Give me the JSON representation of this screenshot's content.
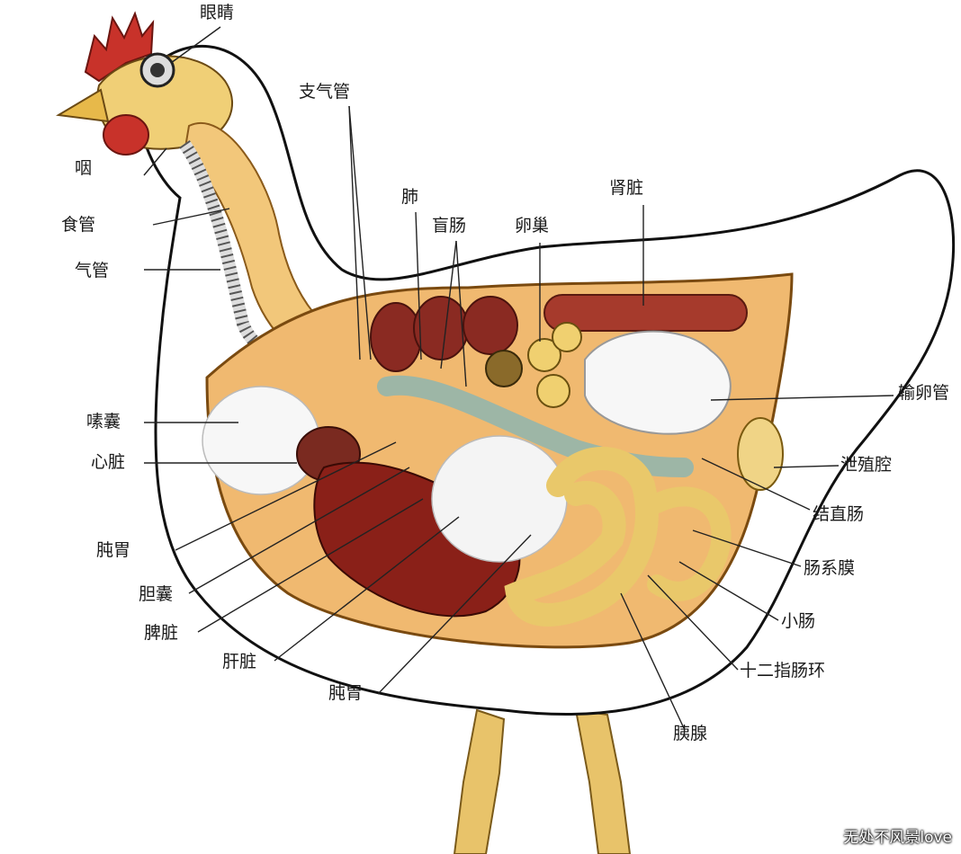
{
  "diagram": {
    "labels": [
      {
        "id": "eye",
        "text": "眼睛"
      },
      {
        "id": "bronchus",
        "text": "支气管"
      },
      {
        "id": "pharynx",
        "text": "咽"
      },
      {
        "id": "esophagus",
        "text": "食管"
      },
      {
        "id": "trachea",
        "text": "气管"
      },
      {
        "id": "lung",
        "text": "肺"
      },
      {
        "id": "cecum",
        "text": "盲肠"
      },
      {
        "id": "ovary",
        "text": "卵巢"
      },
      {
        "id": "kidney",
        "text": "肾脏"
      },
      {
        "id": "oviduct",
        "text": "输卵管"
      },
      {
        "id": "air-sac",
        "text": "嗉囊"
      },
      {
        "id": "heart",
        "text": "心脏"
      },
      {
        "id": "cloaca",
        "text": "泄殖腔"
      },
      {
        "id": "colorectum",
        "text": "结直肠"
      },
      {
        "id": "gizzard-1",
        "text": "肫胃"
      },
      {
        "id": "mesentery",
        "text": "肠系膜"
      },
      {
        "id": "gallbladder",
        "text": "胆囊"
      },
      {
        "id": "small-intestine",
        "text": "小肠"
      },
      {
        "id": "spleen",
        "text": "脾脏"
      },
      {
        "id": "liver",
        "text": "肝脏"
      },
      {
        "id": "duodenal-loop",
        "text": "十二指肠环"
      },
      {
        "id": "gizzard-2",
        "text": "肫胃"
      },
      {
        "id": "pancreas",
        "text": "胰腺"
      }
    ]
  },
  "watermark": "无处不风景love"
}
